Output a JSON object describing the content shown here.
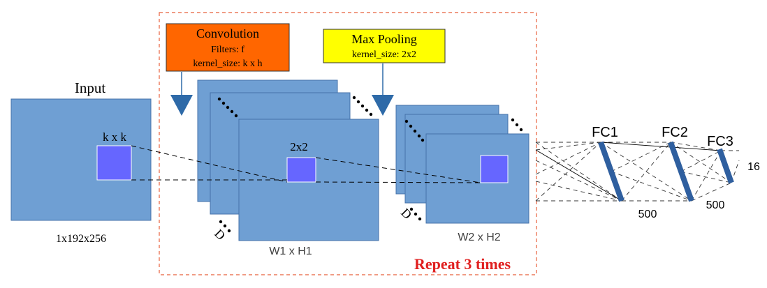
{
  "input": {
    "title": "Input",
    "kernel_label": "k x k",
    "size_label": "1x192x256"
  },
  "conv_box": {
    "title": "Convolution",
    "filters": "Filters: f",
    "kernel": "kernel_size: k x h"
  },
  "pool_box": {
    "title": "Max Pooling",
    "kernel": "kernel_size: 2x2"
  },
  "stage1": {
    "pool_label": "2x2",
    "depth_label": "D",
    "size_label": "W1 x H1"
  },
  "stage2": {
    "depth_label": "D",
    "size_label": "W2 x H2"
  },
  "repeat_label": "Repeat 3 times",
  "fc": {
    "fc1": {
      "label": "FC1",
      "size": "500"
    },
    "fc2": {
      "label": "FC2",
      "size": "500"
    },
    "fc3": {
      "label": "FC3",
      "size": "16"
    }
  },
  "colors": {
    "map_fill": "#6f9fd3",
    "map_stroke": "#4472a8",
    "kernel_fill": "#6666ff",
    "conv_fill": "#ff6600",
    "pool_fill": "#ffff00",
    "arrow_fill": "#2e6aa8",
    "fc_bar": "#2f5f9f",
    "repeat_red": "#e02020",
    "dashed_box": "#e8603c"
  }
}
